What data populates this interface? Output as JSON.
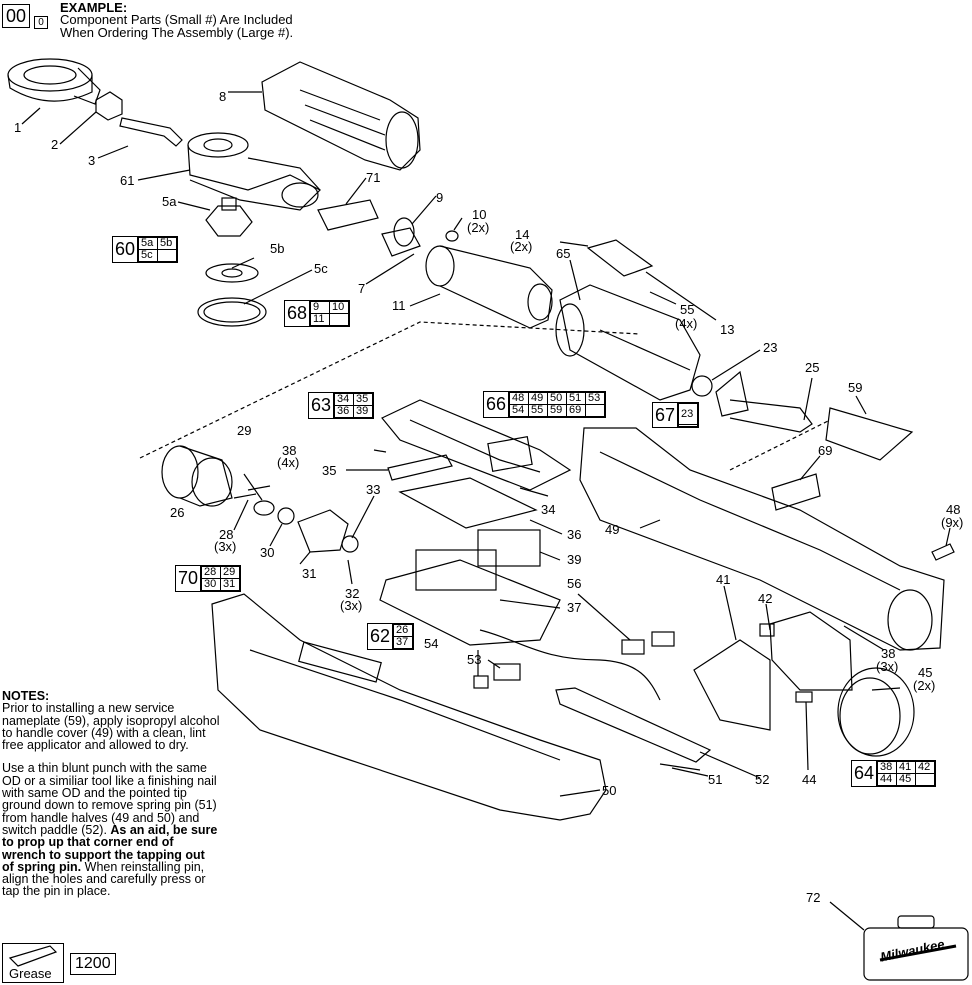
{
  "example": {
    "big_code": "00",
    "small_code": "0",
    "title": "EXAMPLE:",
    "line1": "Component Parts (Small #) Are Included",
    "line2": "When Ordering The Assembly (Large #)."
  },
  "callouts": [
    {
      "id": "1",
      "text": "1"
    },
    {
      "id": "2",
      "text": "2"
    },
    {
      "id": "3",
      "text": "3"
    },
    {
      "id": "61",
      "text": "61"
    },
    {
      "id": "5a",
      "text": "5a"
    },
    {
      "id": "5b",
      "text": "5b"
    },
    {
      "id": "5c",
      "text": "5c"
    },
    {
      "id": "7",
      "text": "7"
    },
    {
      "id": "8",
      "text": "8"
    },
    {
      "id": "9",
      "text": "9"
    },
    {
      "id": "10",
      "text": "10"
    },
    {
      "id": "10q",
      "text": "(2x)"
    },
    {
      "id": "11",
      "text": "11"
    },
    {
      "id": "71",
      "text": "71"
    },
    {
      "id": "14",
      "text": "14"
    },
    {
      "id": "14q",
      "text": "(2x)"
    },
    {
      "id": "65",
      "text": "65"
    },
    {
      "id": "55",
      "text": "55"
    },
    {
      "id": "55q",
      "text": "(4x)"
    },
    {
      "id": "13",
      "text": "13"
    },
    {
      "id": "23",
      "text": "23"
    },
    {
      "id": "25",
      "text": "25"
    },
    {
      "id": "59",
      "text": "59"
    },
    {
      "id": "29",
      "text": "29"
    },
    {
      "id": "38a",
      "text": "38"
    },
    {
      "id": "38aq",
      "text": "(4x)"
    },
    {
      "id": "35",
      "text": "35"
    },
    {
      "id": "33",
      "text": "33"
    },
    {
      "id": "34",
      "text": "34"
    },
    {
      "id": "36",
      "text": "36"
    },
    {
      "id": "39",
      "text": "39"
    },
    {
      "id": "26",
      "text": "26"
    },
    {
      "id": "28",
      "text": "28"
    },
    {
      "id": "28q",
      "text": "(3x)"
    },
    {
      "id": "30",
      "text": "30"
    },
    {
      "id": "31",
      "text": "31"
    },
    {
      "id": "32",
      "text": "32"
    },
    {
      "id": "32q",
      "text": "(3x)"
    },
    {
      "id": "37",
      "text": "37"
    },
    {
      "id": "56",
      "text": "56"
    },
    {
      "id": "69",
      "text": "69"
    },
    {
      "id": "49",
      "text": "49"
    },
    {
      "id": "48",
      "text": "48"
    },
    {
      "id": "48q",
      "text": "(9x)"
    },
    {
      "id": "41",
      "text": "41"
    },
    {
      "id": "42",
      "text": "42"
    },
    {
      "id": "38b",
      "text": "38"
    },
    {
      "id": "38bq",
      "text": "(3x)"
    },
    {
      "id": "45",
      "text": "45"
    },
    {
      "id": "45q",
      "text": "(2x)"
    },
    {
      "id": "54",
      "text": "54"
    },
    {
      "id": "53",
      "text": "53"
    },
    {
      "id": "50",
      "text": "50"
    },
    {
      "id": "51",
      "text": "51"
    },
    {
      "id": "52",
      "text": "52"
    },
    {
      "id": "44",
      "text": "44"
    },
    {
      "id": "72",
      "text": "72"
    }
  ],
  "groups": {
    "g60": {
      "code": "60",
      "cells": [
        [
          "5a",
          "5b"
        ],
        [
          "5c",
          ""
        ]
      ]
    },
    "g68": {
      "code": "68",
      "cells": [
        [
          "9",
          "10"
        ],
        [
          "11",
          ""
        ]
      ]
    },
    "g63": {
      "code": "63",
      "cells": [
        [
          "34",
          "35"
        ],
        [
          "36",
          "39"
        ]
      ]
    },
    "g66": {
      "code": "66",
      "cells": [
        [
          "48",
          "49",
          "50",
          "51",
          "53"
        ],
        [
          "54",
          "55",
          "59",
          "69",
          ""
        ]
      ]
    },
    "g67": {
      "code": "67",
      "cells": [
        [
          "23"
        ],
        [
          ""
        ]
      ]
    },
    "g70": {
      "code": "70",
      "cells": [
        [
          "28",
          "29"
        ],
        [
          "30",
          "31"
        ]
      ]
    },
    "g62": {
      "code": "62",
      "cells": [
        [
          "26"
        ],
        [
          "37"
        ]
      ]
    },
    "g64": {
      "code": "64",
      "cells": [
        [
          "38",
          "41",
          "42"
        ],
        [
          "44",
          "45",
          ""
        ]
      ]
    }
  },
  "notes": {
    "title": "NOTES:",
    "p1": "Prior to installing a new service nameplate (59), apply isopropyl alcohol to handle cover (49) with a clean, lint free applicator and allowed to dry.",
    "p2a": "Use a thin blunt punch with the same OD or a similiar tool like a finishing nail with same OD and the pointed tip ground down to remove spring pin (51) from handle halves (49 and 50) and switch paddle (52). ",
    "p2b": "As an aid, be sure to prop up that corner end of wrench to support the tapping out of spring pin.",
    "p2c": " When reinstalling pin, align the holes and carefully press or tap the pin in place."
  },
  "grease": {
    "label": "Grease",
    "code": "1200"
  },
  "brand": "Milwaukee"
}
